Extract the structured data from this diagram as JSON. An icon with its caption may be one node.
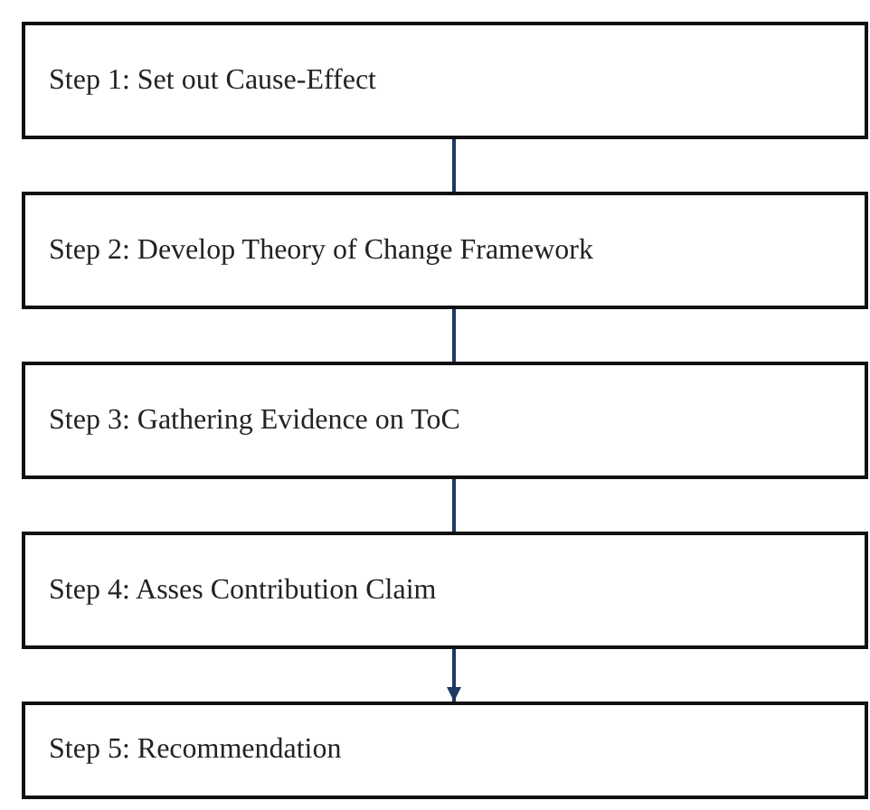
{
  "diagram": {
    "nodes": [
      {
        "text": [
          "Step 1: Set out Cause-Effect"
        ]
      },
      {
        "text": [
          "Step 2: Develop Theory of Change Framework"
        ]
      },
      {
        "text": [
          "Step 3: Gathering Evidence on ToC"
        ]
      },
      {
        "text": [
          "Step 4: Asses Contribution Claim"
        ]
      },
      {
        "text": [
          "Step 5: Recommendation"
        ]
      }
    ],
    "edges": [
      {
        "from": 0,
        "to": 1,
        "arrow": "none"
      },
      {
        "from": 1,
        "to": 2,
        "arrow": "none"
      },
      {
        "from": 2,
        "to": 3,
        "arrow": "none"
      },
      {
        "from": 3,
        "to": 4,
        "arrow": "to"
      }
    ]
  }
}
